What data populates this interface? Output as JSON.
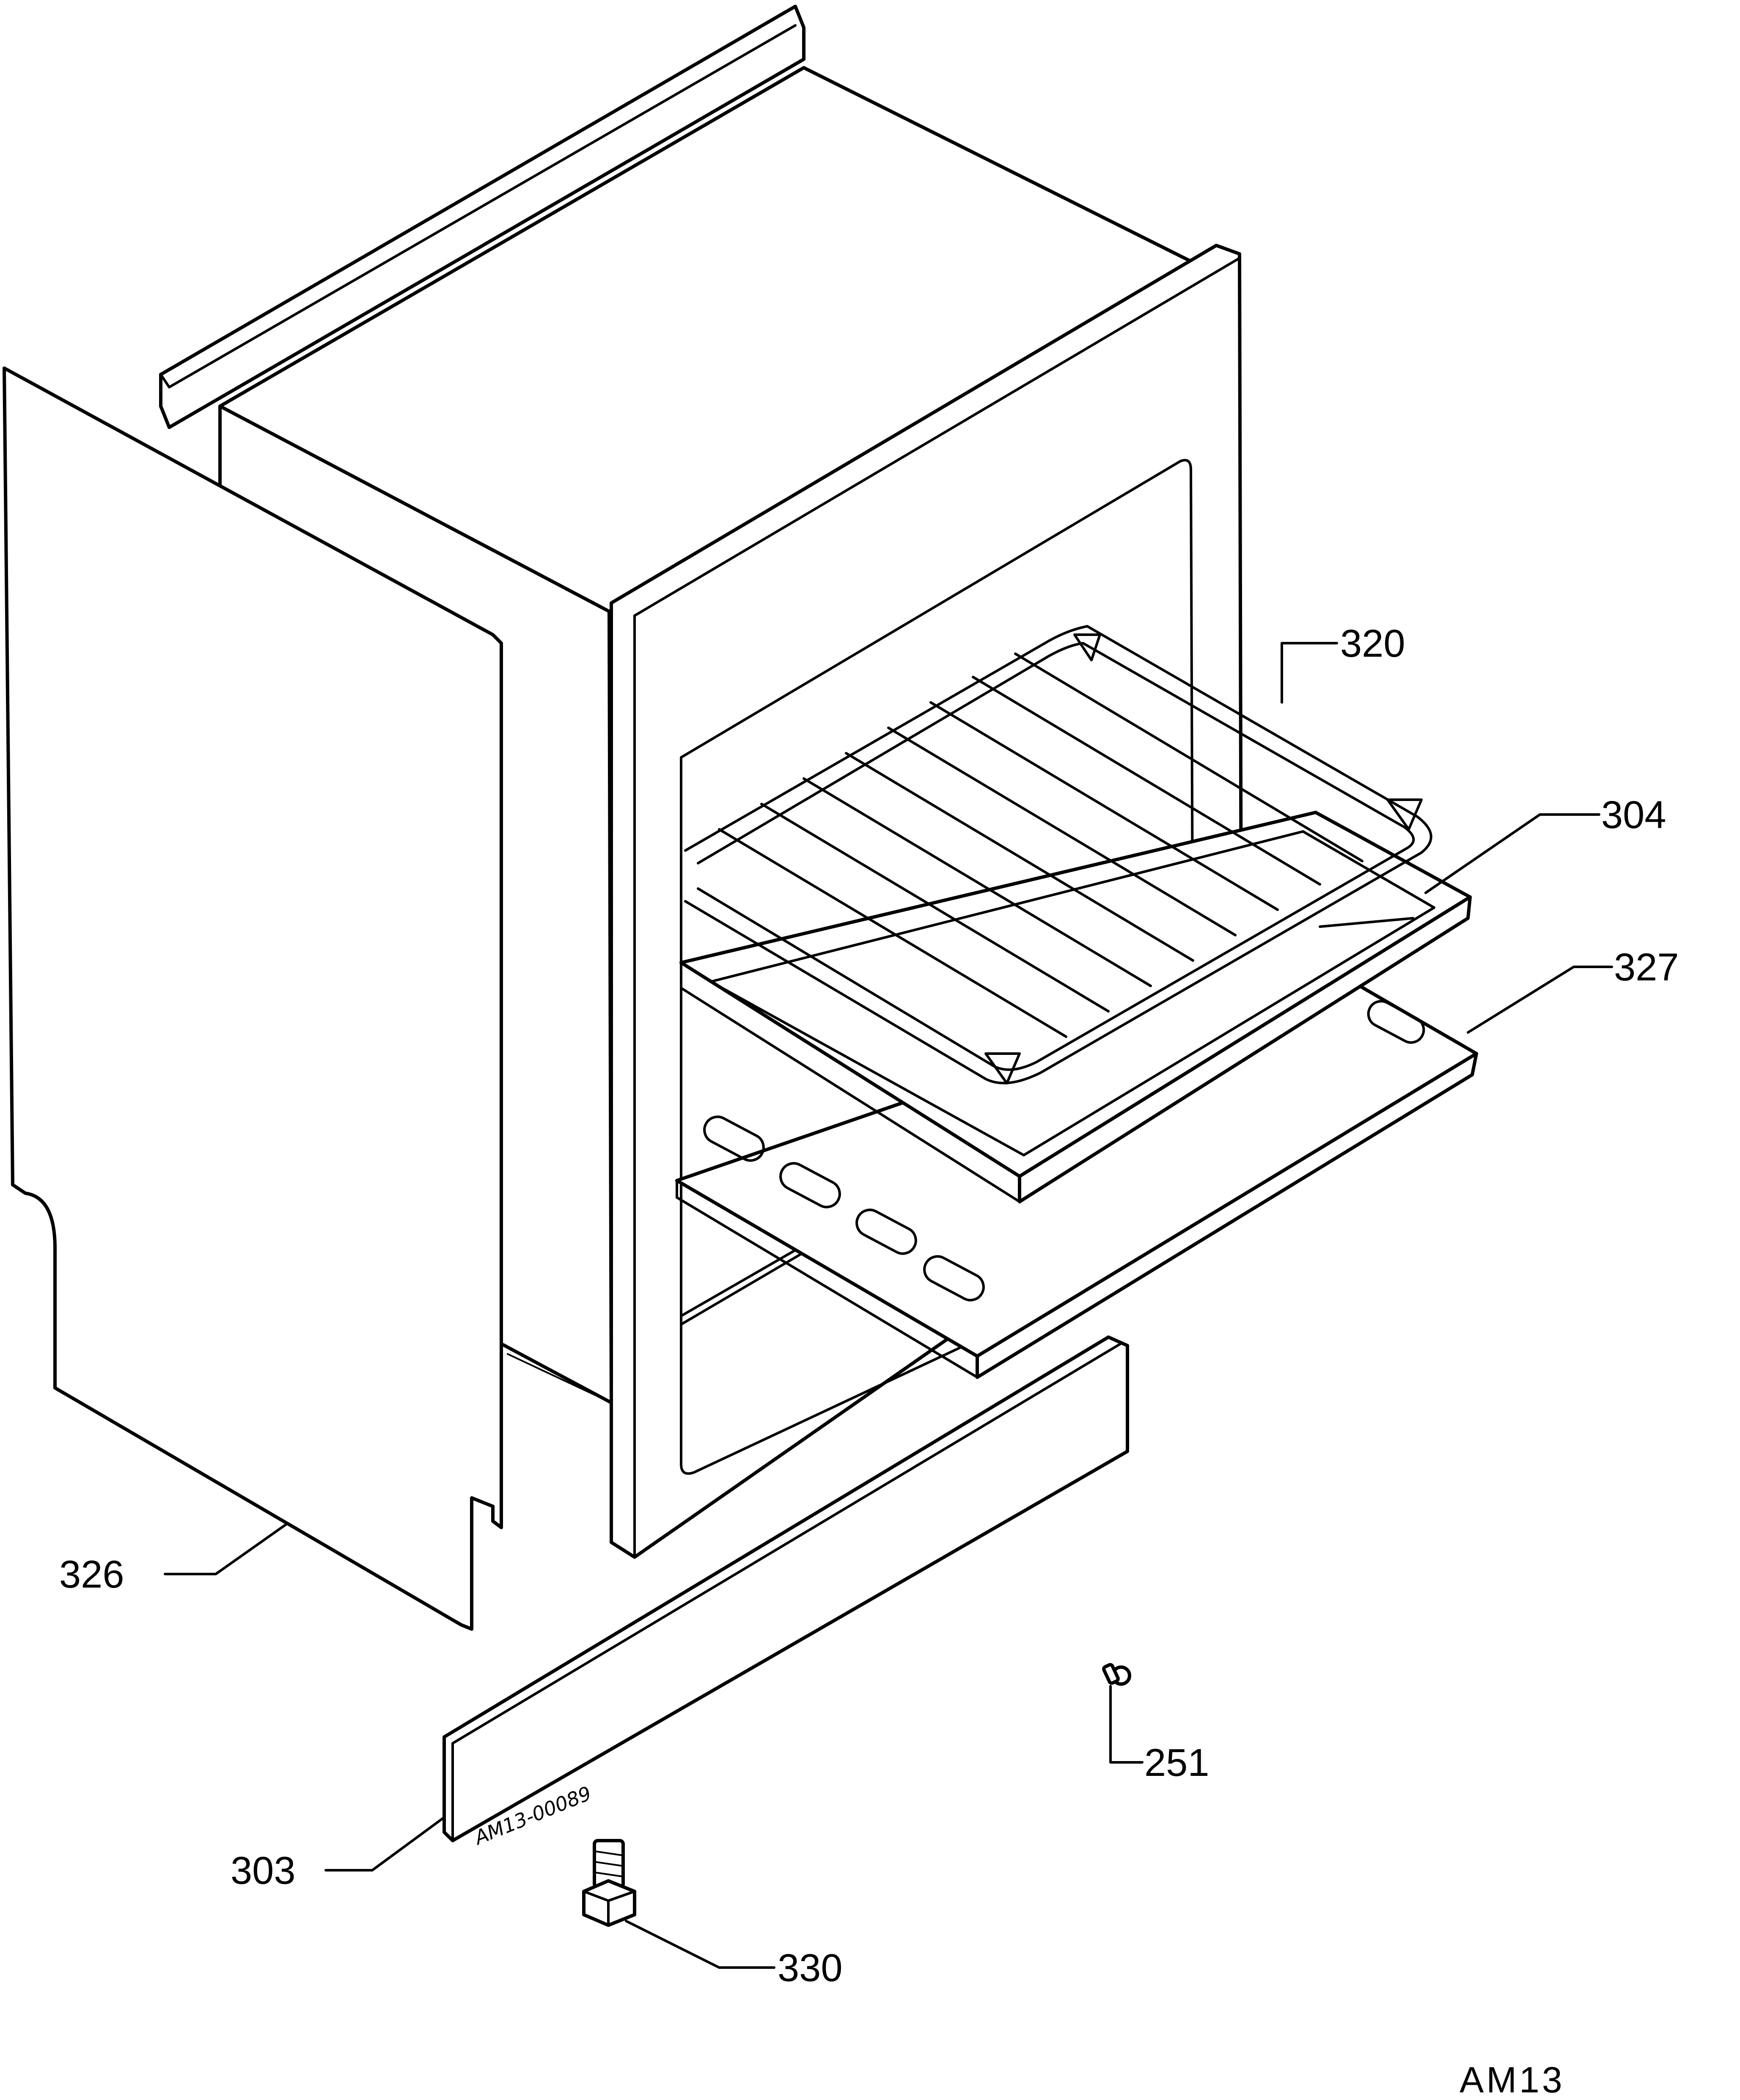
{
  "diagram": {
    "drawing_code": "AM13",
    "part_stamp": "AM13-00089",
    "parts": [
      {
        "id": "side-panel",
        "callout": "326"
      },
      {
        "id": "front-trim-strip",
        "callout": "303"
      },
      {
        "id": "adjustable-foot",
        "callout": "330"
      },
      {
        "id": "small-screw",
        "callout": "251"
      },
      {
        "id": "wire-shelf",
        "callout": "320"
      },
      {
        "id": "baking-tray",
        "callout": "304"
      },
      {
        "id": "bottom-plate",
        "callout": "327"
      }
    ]
  }
}
